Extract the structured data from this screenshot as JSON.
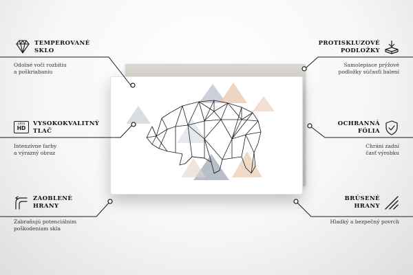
{
  "features": {
    "tempered": {
      "title_1": "TEMPEROVANÉ",
      "title_2": "SKLO",
      "desc_1": "Odolné voči rozbitiu",
      "desc_2": "a poškriabaniu",
      "icon": "diamond-icon"
    },
    "quality": {
      "title_1": "VYSOKOKVALITNÝ",
      "title_2": "TLAČ",
      "desc_1": "Intenzívne farby",
      "desc_2": "a výrazný obraz",
      "icon": "ultra-hd-icon",
      "icon_text_top": "ultra",
      "icon_text_main": "HD"
    },
    "rounded": {
      "title_1": "ZAOBLENÉ",
      "title_2": "HRANY",
      "desc_1": "Zabraňujú potenciálnim",
      "desc_2": "poškodeniam skla",
      "icon": "rounded-corner-icon"
    },
    "antislip": {
      "title_1": "PROTISKLUZOVÉ",
      "title_2": "PODLOŽKY",
      "desc_1": "Samolepiace prýžové",
      "desc_2": "podložky súčasťi balení",
      "icon": "anti-slip-pad-icon"
    },
    "protective": {
      "title_1": "OCHRANNÁ",
      "title_2": "FÓLIA",
      "desc_1": "Chráni zadní",
      "desc_2": "časť výrobku",
      "icon": "shield-check-icon"
    },
    "ground": {
      "title_1": "BRÚSENÉ",
      "title_2": "HRANY",
      "desc_1": "Hladký a bezpečný povrch",
      "icon": "ground-edge-icon"
    }
  },
  "product": {
    "artwork": "geometric-rhino-artwork"
  },
  "colors": {
    "line": "#1a1a1a",
    "tri_blue": "#9aa8b8",
    "tri_beige": "#e8c8ad",
    "tri_grey": "#c9ccd0"
  }
}
